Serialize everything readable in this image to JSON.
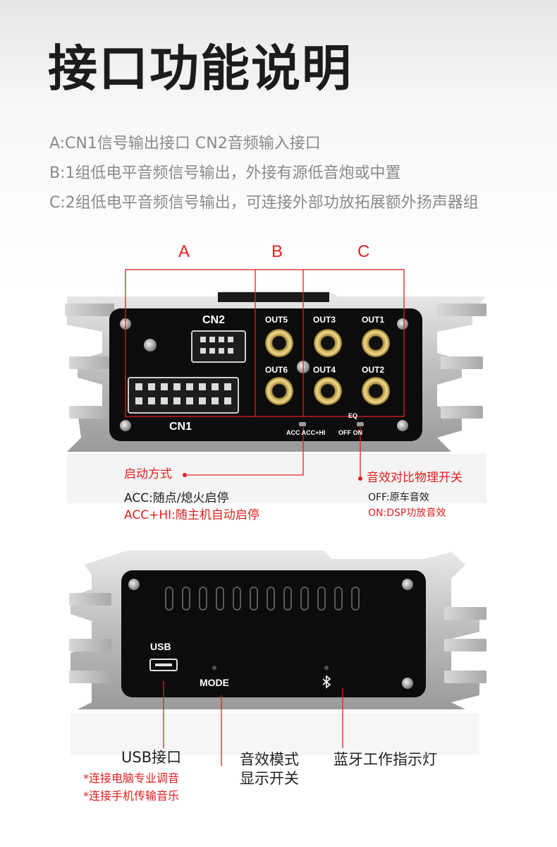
{
  "title": "接口功能说明",
  "descriptions": [
    "A:CN1信号输出接口  CN2音频输入接口",
    "B:1组低电平音频信号输出，外接有源低音炮或中置",
    "C:2组低电平音频信号输出，可连接外部功放拓展额外扬声器组"
  ],
  "sections": [
    "A",
    "B",
    "C"
  ],
  "front_panel": {
    "cn2": "CN2",
    "cn1": "CN1",
    "out5": "OUT5",
    "out3": "OUT3",
    "out1": "OUT1",
    "out6": "OUT6",
    "out4": "OUT4",
    "out2": "OUT2",
    "eq": "EQ",
    "acc_switch": "ACC ACC+HI",
    "eq_switch": "OFF ON"
  },
  "startup": {
    "title": "启动方式",
    "acc": "ACC:随点/熄火启停",
    "acc_hi": "ACC+HI:随主机自动启停"
  },
  "eq_switch_info": {
    "title": "音效对比物理开关",
    "off": "OFF:原车音效",
    "on": "ON:DSP功放音效"
  },
  "back_panel": {
    "usb": "USB",
    "mode": "MODE"
  },
  "usb_info": {
    "title": "USB接口",
    "note1": "*连接电脑专业调音",
    "note2": "*连接手机传输音乐"
  },
  "mode_info": {
    "line1": "音效模式",
    "line2": "显示开关"
  },
  "bt_info": {
    "title": "蓝牙工作指示灯"
  },
  "colors": {
    "accent_red": "#e02020",
    "panel_black": "#0c0c0c",
    "chassis_silver": "#c8c8c8"
  }
}
